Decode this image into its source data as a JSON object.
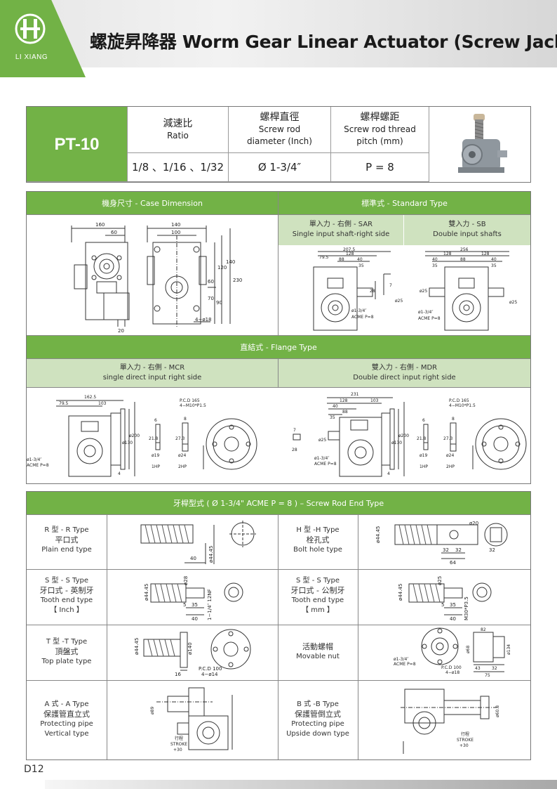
{
  "brand": {
    "name": "LI XIANG"
  },
  "title": "螺旋昇降器 Worm Gear Linear Actuator (Screw Jack)",
  "model": {
    "name": "PT-10",
    "ratio_zh": "減速比",
    "ratio_en": "Ratio",
    "ratio_value": "1/8 、1/16 、1/32",
    "diameter_zh": "螺桿直徑",
    "diameter_en1": "Screw rod",
    "diameter_en2": "diameter (Inch)",
    "diameter_value": "Ø 1-3/4″",
    "pitch_zh": "螺桿螺距",
    "pitch_en1": "Screw rod thread",
    "pitch_en2": "pitch (mm)",
    "pitch_value": "P = 8"
  },
  "case_section": {
    "title": "機身尺寸 - Case Dimension",
    "standard_title": "標準式 - Standard Type",
    "sar_label": "單入力 - 右側 - SAR",
    "sar_desc": "Single input shaft-right side",
    "sb_label": "雙入力 - SB",
    "sb_desc": "Double input shafts",
    "dims": {
      "d160": "160",
      "d60": "60",
      "d140": "140",
      "d100": "100",
      "d120": "120",
      "d140v": "140",
      "d230": "230",
      "d60v": "60",
      "d70": "70",
      "d90": "90",
      "d20": "20",
      "holes": "4−ø18"
    },
    "sar_dims": {
      "d2075": "207.5",
      "d795": "79.5",
      "d128": "128",
      "d88": "88",
      "d40": "40",
      "d35": "35",
      "d28": "28",
      "d7": "7",
      "d25": "ø25",
      "thread": "ø1-3/4″",
      "acme": "ACME P=8"
    },
    "sb_dims": {
      "d256": "256",
      "d128a": "128",
      "d128b": "128",
      "d40": "40",
      "d88": "88",
      "d40b": "40",
      "d35a": "35",
      "d35b": "35",
      "d25a": "ø25",
      "d25b": "ø25",
      "thread": "ø1-3/4″",
      "acme": "ACME P=8"
    }
  },
  "flange_section": {
    "title": "直結式 - Flange Type",
    "mcr_label": "單入力 - 右側 - MCR",
    "mcr_desc": "single direct input right side",
    "mdr_label": "雙入力 - 右側 - MDR",
    "mdr_desc": "Double direct input right side",
    "mcr_dims": {
      "d1625": "162.5",
      "d795": "79.5",
      "d103": "103",
      "d130": "ø130",
      "d200": "ø200",
      "d4": "4",
      "thread": "ø1-3/4″",
      "acme": "ACME P=8"
    },
    "mdr_dims": {
      "d231": "231",
      "d128": "128",
      "d103": "103",
      "d40": "40",
      "d88": "88",
      "d35": "35",
      "d7": "7",
      "d28": "28",
      "d25": "ø25",
      "d130": "ø130",
      "d200": "ø200",
      "d4": "4",
      "thread": "ø1-3/4″",
      "acme": "ACME P=8"
    },
    "motor": {
      "pcd": "P.C.D 165",
      "bolts": "4−M10*P1.5",
      "d218": "21.8",
      "d273": "27.3",
      "d19": "ø19",
      "d24": "ø24",
      "d6": "6",
      "d8": "8",
      "hp1": "1HP",
      "hp2": "2HP"
    }
  },
  "rod_section": {
    "title": "牙桿型式 ( Ø 1-3/4\"  ACME P = 8 ) – Screw Rod End Type",
    "types": [
      {
        "zh1": "R 型 - R Type",
        "zh2": "平口式",
        "en": "Plain end type",
        "en2": ""
      },
      {
        "zh1": "H 型 -H Type",
        "zh2": "栓孔式",
        "en": "Bolt hole type",
        "en2": ""
      },
      {
        "zh1": "S 型 - S Type",
        "zh2": "牙口式 - 英制牙",
        "en": "Tooth end type",
        "en2": "【 Inch 】"
      },
      {
        "zh1": "S 型 - S Type",
        "zh2": "牙口式 - 公制牙",
        "en": "Tooth end type",
        "en2": "【 mm 】"
      },
      {
        "zh1": "T 型 -T Type",
        "zh2": "頂盤式",
        "en": "Top plate type",
        "en2": ""
      },
      {
        "zh1": "活動螺帽",
        "zh2": "",
        "en": "Movable nut",
        "en2": ""
      },
      {
        "zh1": "A 式 - A Type",
        "zh2": "保護管直立式",
        "en": "Protecting pipe",
        "en2": "Vertical type"
      },
      {
        "zh1": "B 式 -B Type",
        "zh2": "保護管倒立式",
        "en": "Protecting pipe",
        "en2": "Upside down type"
      }
    ],
    "r_dims": {
      "len": "40",
      "dia": "ø44.45"
    },
    "h_dims": {
      "dia": "ø44.45",
      "hole": "ø20",
      "d32a": "32",
      "d32b": "32",
      "d64": "64",
      "d32c": "32"
    },
    "s_inch_dims": {
      "dia": "ø44.45",
      "d28": "ø28",
      "d5": "5",
      "d35": "35",
      "d40": "40",
      "thread": "1−1/4″ 12NF"
    },
    "s_mm_dims": {
      "dia": "ø44.45",
      "d25": "ø25",
      "d5": "5",
      "d35": "35",
      "d40": "40",
      "thread": "M30*P3.5"
    },
    "t_dims": {
      "dia": "ø44.45",
      "d140": "ø140",
      "d16": "16",
      "pcd": "P.C.D 100",
      "holes": "4−ø14"
    },
    "nut_dims": {
      "thread": "ø1-3/4″",
      "acme": "ACME P=8",
      "pcd": "P.C.D 100",
      "holes": "4−ø18",
      "d68": "ø68",
      "d134": "ø134",
      "d82": "82",
      "d43": "43",
      "d32": "32",
      "d75": "75"
    },
    "a_dims": {
      "dia": "ø89",
      "stroke_zh": "行程",
      "stroke": "STROKE",
      "plus": "+30"
    },
    "b_dims": {
      "dia": "ø60.8",
      "stroke_zh": "行程",
      "stroke": "STROKE",
      "plus": "+30"
    }
  },
  "page_number": "D12",
  "colors": {
    "accent": "#72b246",
    "light_accent": "#cfe2bf",
    "line": "#777777"
  }
}
